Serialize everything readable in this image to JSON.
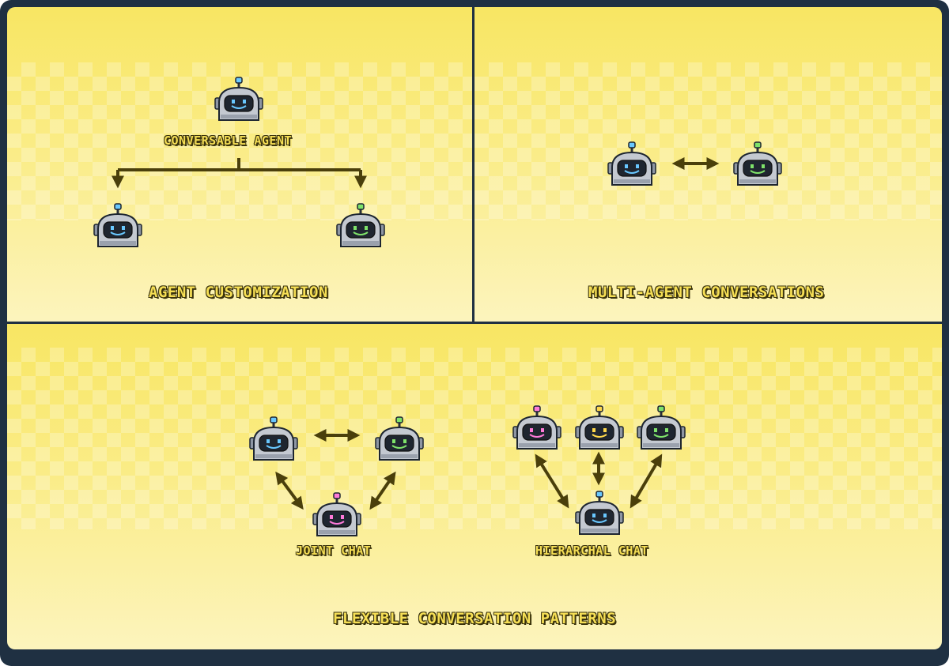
{
  "panels": {
    "agent_customization": {
      "title": "Agent Customization",
      "root_label": "Conversable Agent"
    },
    "multi_agent": {
      "title": "Multi-Agent Conversations"
    },
    "flexible_patterns": {
      "title": "Flexible Conversation Patterns",
      "joint_chat_label": "Joint Chat",
      "hierarchal_chat_label": "Hierarchal Chat"
    }
  },
  "colors": {
    "frame": "#1f3042",
    "panel_top": "#f8e663",
    "panel_bottom": "#fcf4bd",
    "label_fill": "#f6df55",
    "label_outline": "#3a330d",
    "arrow": "#4a3f0b",
    "robot_body": "#c4c9d1",
    "robot_visor": "#1f2630",
    "eyes_blue": "#69c8ff",
    "eyes_green": "#7fe36a",
    "eyes_pink": "#ff7ad9",
    "eyes_yellow": "#ffd84a"
  },
  "robots": [
    {
      "id": "conversable",
      "eye_color": "blue"
    },
    {
      "id": "custom-left",
      "eye_color": "blue"
    },
    {
      "id": "custom-right",
      "eye_color": "green"
    },
    {
      "id": "multi-left",
      "eye_color": "blue"
    },
    {
      "id": "multi-right",
      "eye_color": "green"
    },
    {
      "id": "joint-left",
      "eye_color": "blue"
    },
    {
      "id": "joint-right",
      "eye_color": "green"
    },
    {
      "id": "joint-bottom",
      "eye_color": "pink"
    },
    {
      "id": "hier-top-left",
      "eye_color": "pink"
    },
    {
      "id": "hier-top-mid",
      "eye_color": "yellow"
    },
    {
      "id": "hier-top-right",
      "eye_color": "green"
    },
    {
      "id": "hier-bottom",
      "eye_color": "blue"
    }
  ]
}
